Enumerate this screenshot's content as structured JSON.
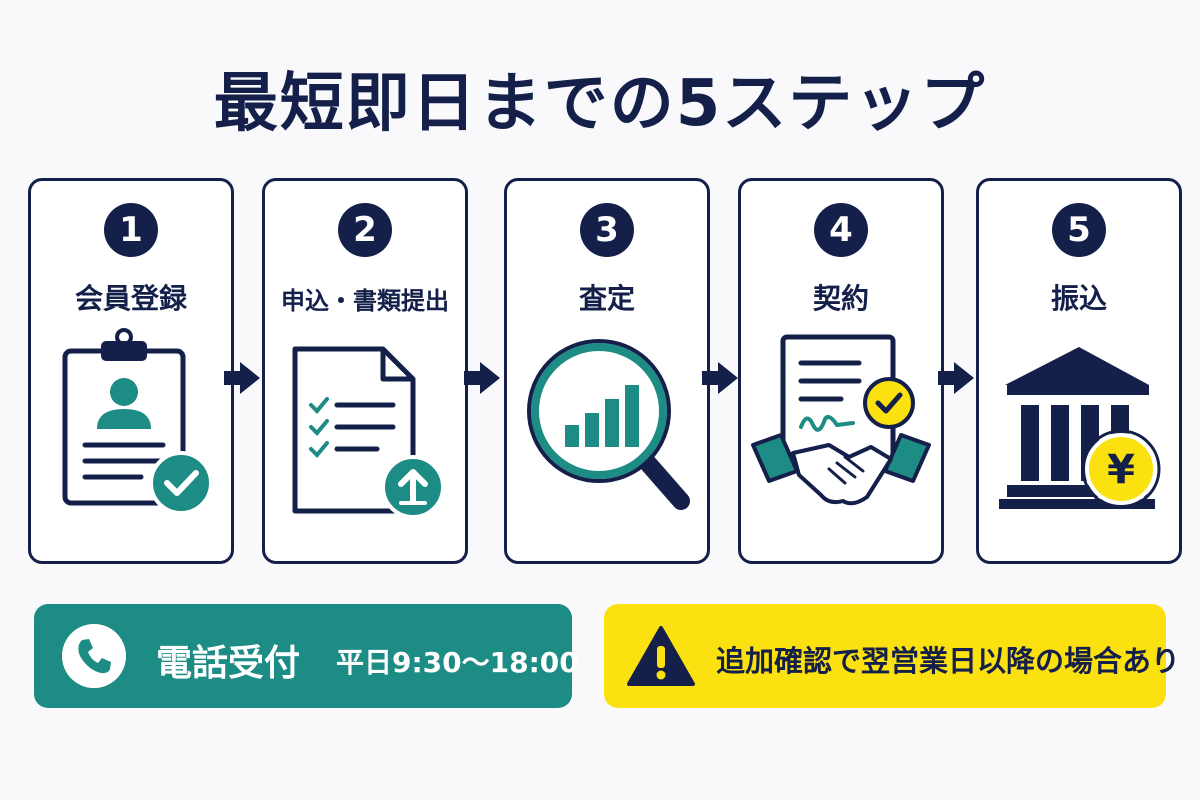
{
  "title": "最短即日までの5ステップ",
  "steps": [
    {
      "number": "1",
      "label": "会員登録",
      "icon": "clipboard-profile-check-icon"
    },
    {
      "number": "2",
      "label": "申込・書類提出",
      "icon": "document-checklist-upload-icon"
    },
    {
      "number": "3",
      "label": "査定",
      "icon": "magnifier-bar-chart-icon"
    },
    {
      "number": "4",
      "label": "契約",
      "icon": "contract-handshake-icon"
    },
    {
      "number": "5",
      "label": "振込",
      "icon": "bank-yen-coin-icon"
    }
  ],
  "phone": {
    "label": "電話受付",
    "hours": "平日9:30〜18:00",
    "icon": "phone-icon"
  },
  "notice": {
    "text": "追加確認で翌営業日以降の場合あり",
    "icon": "warning-icon"
  },
  "colors": {
    "navy": "#14204a",
    "teal": "#1d8c84",
    "yellow": "#fbe10f",
    "background": "#f9f9fb"
  }
}
